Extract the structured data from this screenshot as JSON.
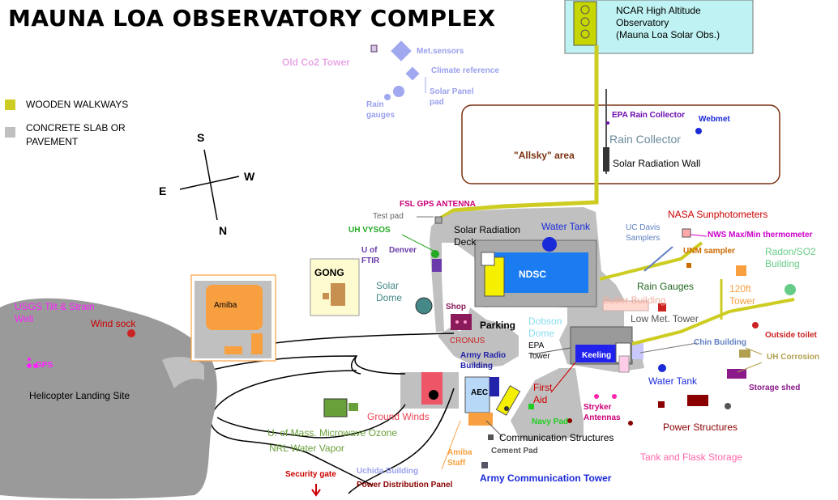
{
  "title": "MAUNA LOA OBSERVATORY COMPLEX",
  "legend": {
    "walkways": "WOODEN WALKWAYS",
    "concrete": "CONCRETE SLAB OR\nPAVEMENT"
  },
  "compass": {
    "s": "S",
    "w": "W",
    "e": "E",
    "n": "N"
  },
  "colors": {
    "walkway": "#cccc22",
    "concrete": "#c0c0c0",
    "ndsc_blue": "#1a7cf0",
    "keeling_blue": "#2222ee",
    "amiba_orange": "#f8a040",
    "water_tank": "#1a2ad8",
    "allsky_border": "#7a3010"
  },
  "labels": {
    "ncar": "NCAR High Altitude\nObservatory\n(Mauna Loa Solar Obs.)",
    "old_co2": "Old Co2 Tower",
    "met_sensors": "Met.sensors",
    "climate_ref": "Climate reference",
    "solar_panel": "Solar Panel\npad",
    "rain_gauges_top": "Rain\ngauges",
    "epa_rain": "EPA Rain Collector",
    "webmet": "Webmet",
    "rain_collector": "Rain Collector",
    "allsky": "\"Allsky\" area",
    "solar_rad_wall": "Solar Radiation Wall",
    "fsl_gps": "FSL GPS ANTENNA",
    "test_pad": "Test pad",
    "solar_rad_deck": "Solar Radiation\nDeck",
    "water_tank_top": "Water Tank",
    "uh_vysos": "UH VYSOS",
    "uof_ftir": "U of\nFTIR",
    "denver": "Denver",
    "ndsc": "NDSC",
    "uc_davis": "UC Davis\nSamplers",
    "nasa_sun": "NASA Sunphotometers",
    "nws": "NWS Max/Min thermometer",
    "unm": "UNM sampler",
    "radon": "Radon/SO2\nBuilding",
    "gong": "GONG",
    "solar_dome": "Solar\nDome",
    "rain_gauges_mid": "Rain Gauges",
    "butler": "Butler Building",
    "tower120": "120ft\nTower",
    "amiba": "Amiba",
    "usgs": "USGS Tilt & Strain\nWell",
    "wind_sock": "Wind sock",
    "shop": "Shop",
    "parking": "Parking",
    "cronus": "CRONUS",
    "dobson": "Dobson\nDome",
    "low_met": "Low Met. Tower",
    "outside_toilet": "Outside toilet",
    "epa_tower": "EPA\nTower",
    "keeling": "Keeling",
    "chin": "Chin Building",
    "uh_corrosion": "UH Corrosion",
    "army_radio": "Army Radio\nBuilding",
    "water_tank_low": "Water Tank",
    "storage_shed": "Storage shed",
    "gps": "GPS",
    "helicopter": "Helicopter Landing Site",
    "aec": "AEC",
    "first_aid": "First\nAid",
    "stryker": "Stryker\nAntennas",
    "navy_pad": "Navy Pad",
    "ground_winds": "Ground Winds",
    "power_structures": "Power Structures",
    "umass": "U. of Mass. Microwave Ozone",
    "nrl": "NRL Water Vapor",
    "comm_structures": "Communication Structures",
    "cement_pad": "Cement Pad",
    "tank_flask": "Tank and Flask Storage",
    "amiba_staff": "Amiba\nStaff",
    "uchida": "Uchida Building",
    "security_gate": "Security gate",
    "power_dist": "Power Distribution Panel",
    "army_comm_tower": "Army Communication Tower"
  }
}
